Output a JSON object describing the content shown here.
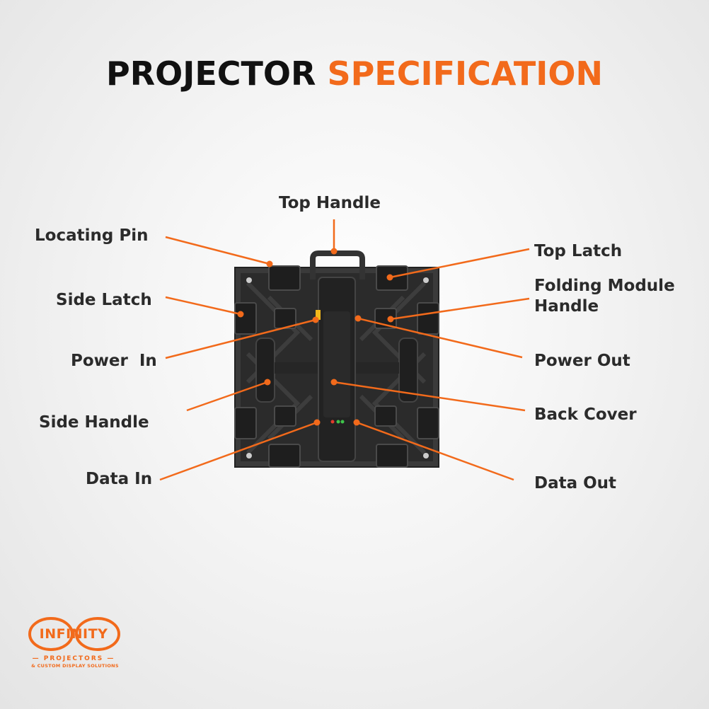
{
  "title": {
    "part1": "PROJECTOR",
    "part2": "SPECIFICATION"
  },
  "labels": {
    "top_handle": "Top Handle",
    "locating_pin": "Locating Pin",
    "side_latch": "Side Latch",
    "power_in": "Power  In",
    "side_handle": "Side Handle",
    "data_in": "Data In",
    "top_latch": "Top Latch",
    "folding_module_handle": "Folding Module\nHandle",
    "power_out": "Power Out",
    "back_cover": "Back Cover",
    "data_out": "Data Out"
  },
  "logo": {
    "word": "INFINITY",
    "line1": "— PROJECTORS —",
    "line2": "& CUSTOM DISPLAY SOLUTIONS"
  },
  "colors": {
    "accent": "#f26a1b",
    "title_dark": "#111111",
    "label_text": "#2b2b2b",
    "cabinet": "#2f2f2f"
  }
}
